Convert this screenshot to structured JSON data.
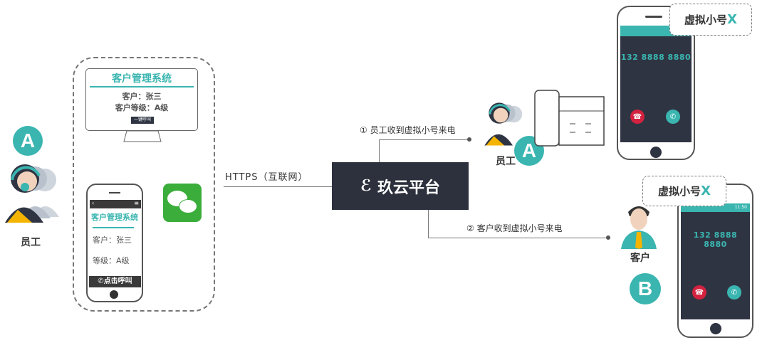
{
  "colors": {
    "accent": "#3ab5b0",
    "platform": "#2d313d",
    "wechat": "#3aad3a",
    "decline": "#d3223f"
  },
  "employee": {
    "badge": "A",
    "label": "员工"
  },
  "crm_desktop": {
    "title": "客户管理系统",
    "customer": "客户：张三",
    "level": "客户等级：A级",
    "call_button": "一键呼叫"
  },
  "crm_mobile": {
    "title": "客户管理系统",
    "customer": "客户：张三",
    "level": "等级：A级",
    "call_button": "点击呼叫"
  },
  "wechat_icon": "wechat-icon",
  "link": {
    "label": "HTTPS（互联网）"
  },
  "platform": {
    "name": "玖云平台"
  },
  "flows": [
    {
      "label": "① 员工收到虚拟小号来电"
    },
    {
      "label": "② 客户收到虚拟小号来电"
    }
  ],
  "agent": {
    "badge": "A",
    "label": "员工"
  },
  "customer": {
    "badge": "B",
    "label": "客户"
  },
  "phone_top": {
    "bubble": "虚拟小号",
    "bubble_x": "X",
    "number": "132 8888 8880"
  },
  "phone_bottom": {
    "bubble": "虚拟小号",
    "bubble_x": "X",
    "number": "132 8888 8880",
    "status_time": "11:50"
  }
}
